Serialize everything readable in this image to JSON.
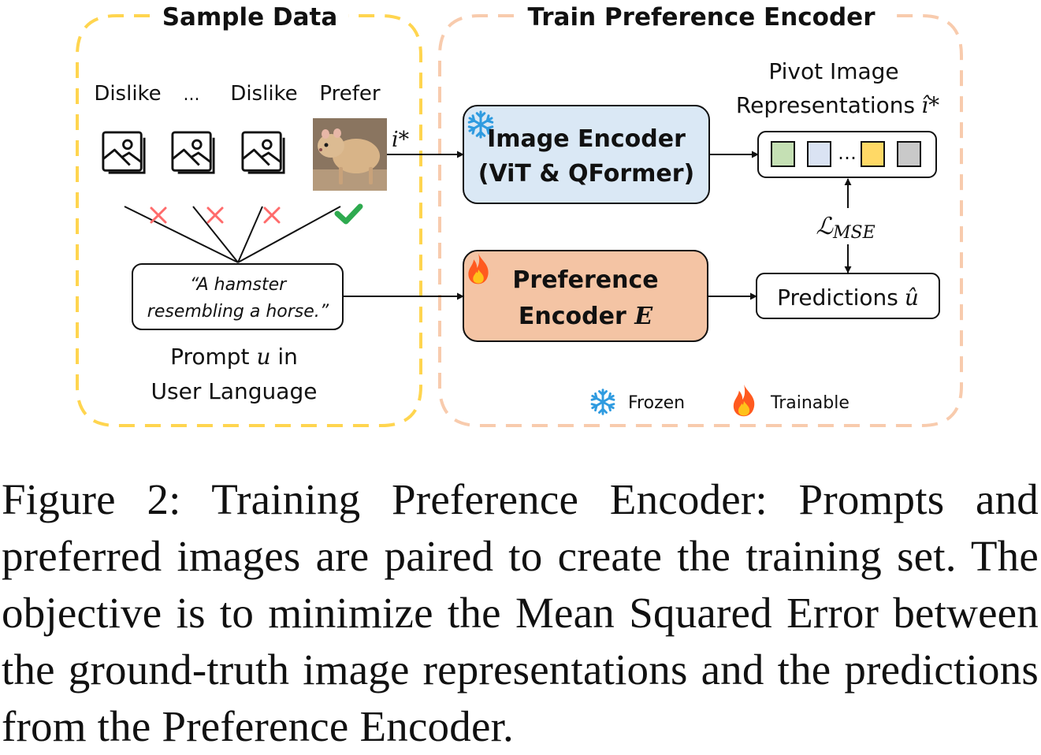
{
  "panels": {
    "sample_title": "Sample Data",
    "train_title": "Train Preference Encoder"
  },
  "sample": {
    "labels": [
      "Dislike",
      "...",
      "Dislike",
      "Prefer"
    ],
    "prompt_text_line1": "“A hamster",
    "prompt_text_line2": "resembling a horse.”",
    "prompt_caption_line1_prefix": "Prompt ",
    "prompt_caption_var": "u",
    "prompt_caption_line1_suffix": " in",
    "prompt_caption_line2": "User Language",
    "target_label": "i*"
  },
  "image_encoder": {
    "line1": "Image Encoder",
    "line2": "(ViT & QFormer)"
  },
  "preference_encoder": {
    "line1": "Preference",
    "line2_prefix": "Encoder ",
    "line2_var": "E"
  },
  "pivot": {
    "line1": "Pivot Image",
    "line2": "Representations",
    "symbol": "î*",
    "dots": "…",
    "cell_colors": [
      "#c5e0b4",
      "#dae3f3",
      "#ffd966",
      "#c9c9c9"
    ]
  },
  "loss": {
    "symbol": "ℒ",
    "subscript": "MSE"
  },
  "predictions": {
    "label": "Predictions",
    "symbol": "û"
  },
  "legend": {
    "frozen": "Frozen",
    "trainable": "Trainable"
  },
  "caption": {
    "text": "Figure 2: Training Preference Encoder: Prompts and preferred images are paired to create the training set. The objective is to minimize the Mean Squared Error between the ground-truth image representations and the predictions from the Preference Encoder."
  },
  "colors": {
    "sample_border": "#ffd54f",
    "train_border": "#f8cbad",
    "image_encoder_fill": "#dae8f5",
    "preference_encoder_fill": "#f4c4a4",
    "snowflake": "#2f9be0",
    "flame": "#ff5a1f",
    "cross": "#ff6b6b",
    "check": "#2eaa4f"
  }
}
